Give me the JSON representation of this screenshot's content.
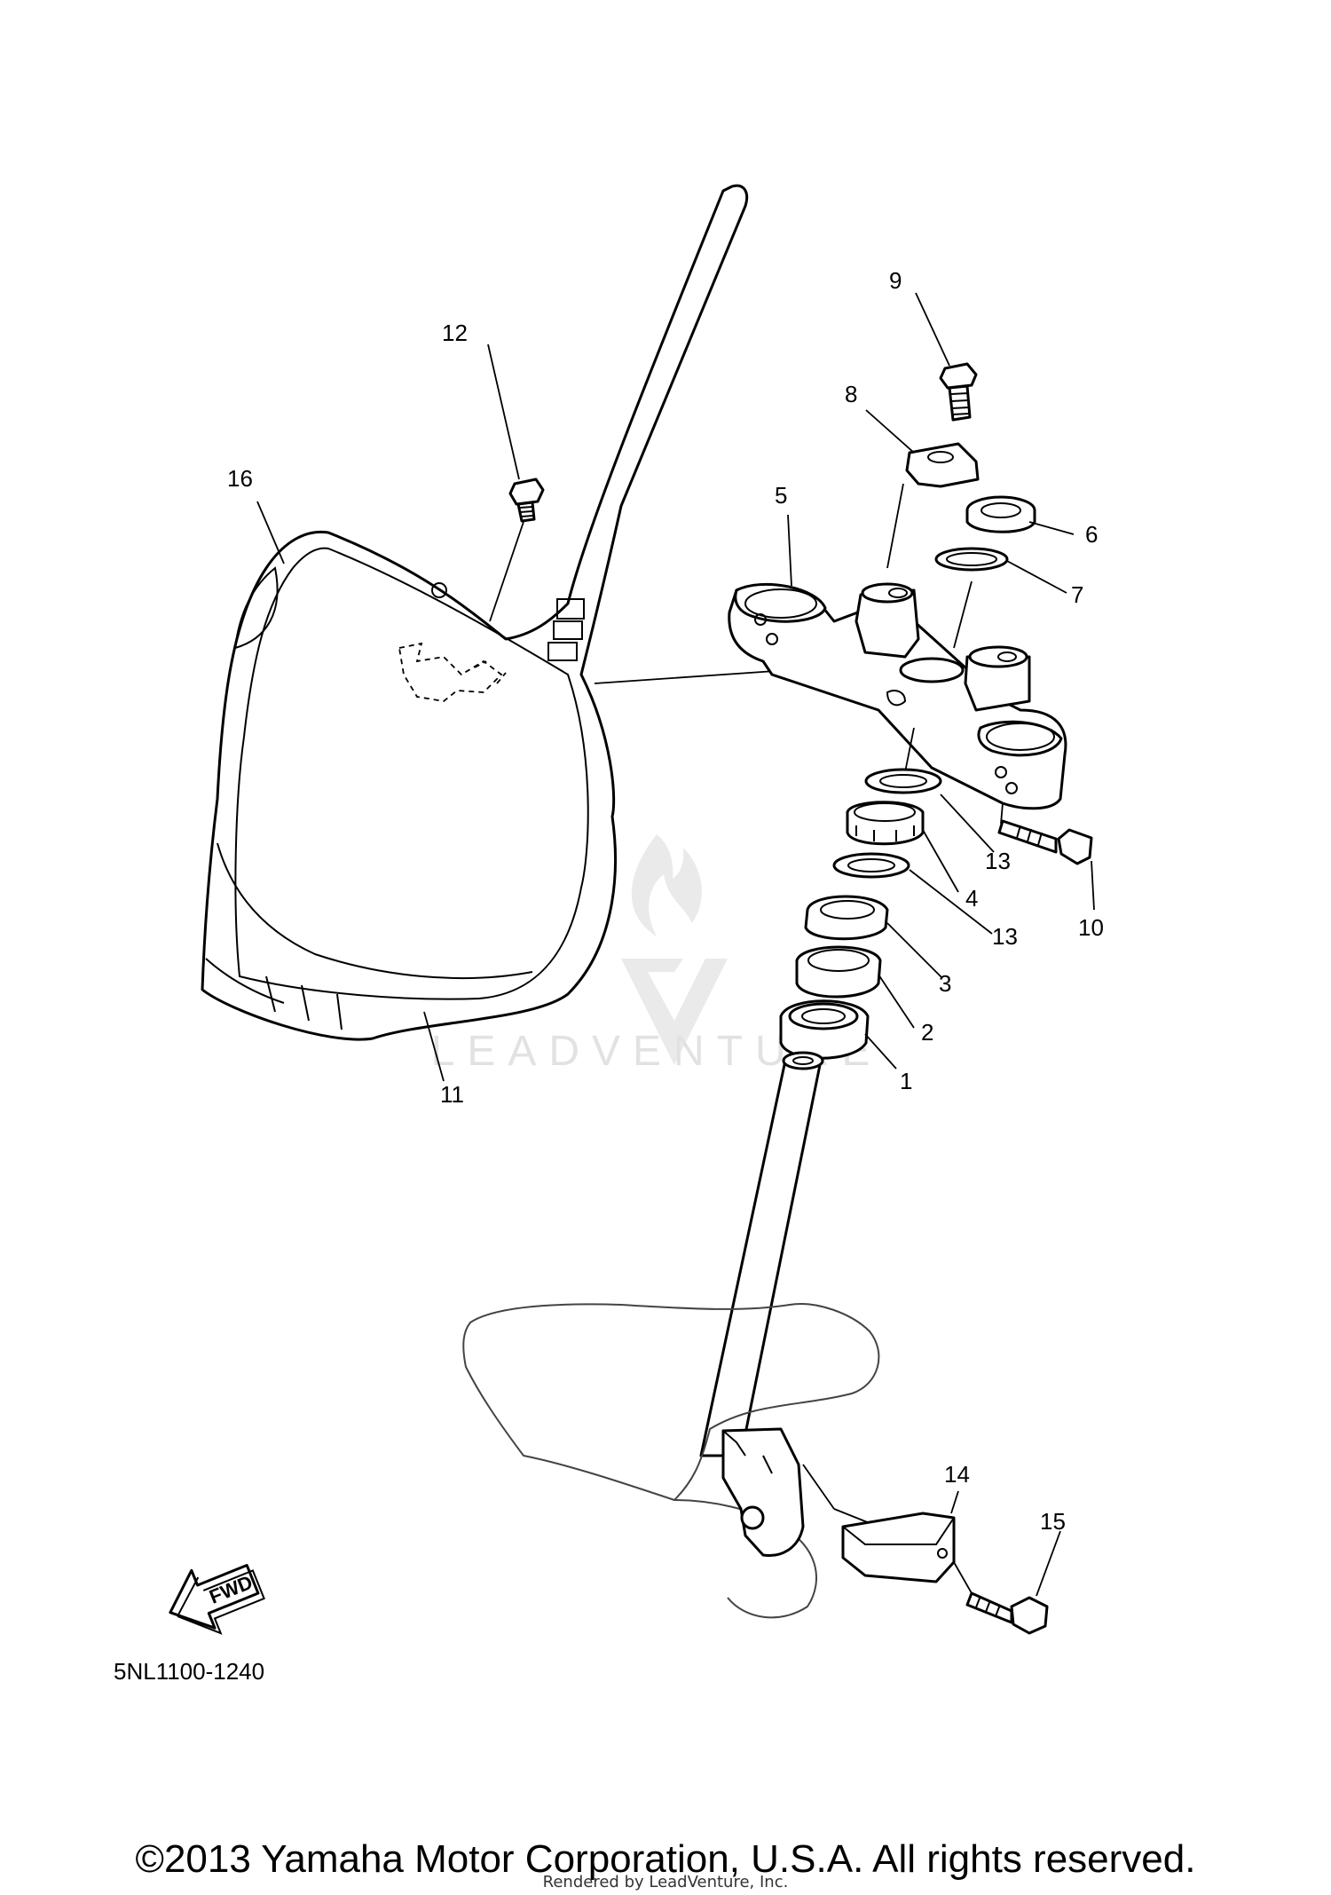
{
  "diagram": {
    "code": "5NL1100-1240",
    "fwd_label": "FWD",
    "watermark": "LEADVENTURE",
    "callouts": {
      "c1": "1",
      "c2": "2",
      "c3": "3",
      "c4": "4",
      "c5": "5",
      "c6": "6",
      "c7": "7",
      "c8": "8",
      "c9": "9",
      "c10": "10",
      "c11": "11",
      "c12": "12",
      "c13a": "13",
      "c13b": "13",
      "c14": "14",
      "c15": "15",
      "c16": "16"
    }
  },
  "footer": {
    "copyright": "©2013 Yamaha Motor Corporation, U.S.A. All rights reserved.",
    "rendered_by": "Rendered by LeadVenture, Inc."
  }
}
